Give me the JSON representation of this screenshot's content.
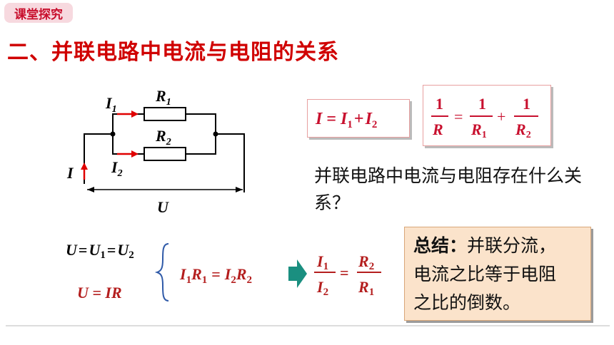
{
  "header": {
    "tag": "课堂探究"
  },
  "title": "二、并联电路中电流与电阻的关系",
  "circuit": {
    "I1": "I",
    "I1_sub": "1",
    "R1": "R",
    "R1_sub": "1",
    "R2": "R",
    "R2_sub": "2",
    "I2": "I",
    "I2_sub": "2",
    "I": "I",
    "U": "U"
  },
  "formula_current": {
    "I": "I",
    "eq": "=",
    "I1": "I",
    "I1_sub": "1",
    "plus": "+",
    "I2": "I",
    "I2_sub": "2"
  },
  "formula_reciprocal": {
    "one": "1",
    "R": "R",
    "R1": "R",
    "R1_sub": "1",
    "R2": "R",
    "R2_sub": "2",
    "eq": "=",
    "plus": "+"
  },
  "question": "并联电路中电流与电阻存在什么关系？",
  "derivation": {
    "voltage_eq": {
      "U": "U",
      "U1": "U",
      "U1_sub": "1",
      "U2": "U",
      "U2_sub": "2",
      "eq": "="
    },
    "ohm": "U = IR",
    "product": {
      "I1": "I",
      "I1_sub": "1",
      "R1": "R",
      "R1_sub": "1",
      "eq": "=",
      "I2": "I",
      "I2_sub": "2",
      "R2": "R",
      "R2_sub": "2"
    },
    "ratio": {
      "I1": "I",
      "I1_sub": "1",
      "I2": "I",
      "I2_sub": "2",
      "eq": "=",
      "R2": "R",
      "R2_sub": "2",
      "R1": "R",
      "R1_sub": "1"
    }
  },
  "summary": {
    "label": "总结：",
    "text_line1": "并联分流，",
    "text_line2": "电流之比等于电阻",
    "text_line3": "之比的倒数。"
  },
  "colors": {
    "accent": "#c8102e",
    "title": "#d00000",
    "arrow": "#1a8f80",
    "summary_bg": "#fbe3cb"
  }
}
